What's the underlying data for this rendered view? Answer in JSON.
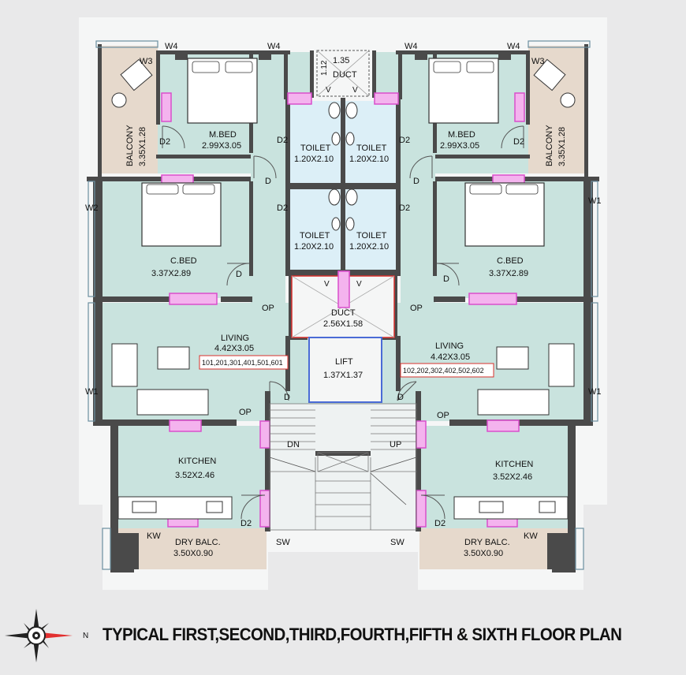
{
  "colors": {
    "background": "#e9e9ea",
    "room_fill": "#c9e3de",
    "toilet_fill": "#dceff7",
    "balcony_fill": "#e6d9cc",
    "wall": "#4a4a4a",
    "window": "#e26fd6",
    "duct_border": "#d9302c",
    "unit_label_border": "#d9302c",
    "lift_border": "#4a6bd6"
  },
  "rooms": {
    "mbed_left": {
      "name": "M.BED",
      "size": "2.99X3.05"
    },
    "mbed_right": {
      "name": "M.BED",
      "size": "2.99X3.05"
    },
    "balcony_left": {
      "name": "BALCONY",
      "size": "3.35X1.28"
    },
    "balcony_right": {
      "name": "BALCONY",
      "size": "3.35X1.28"
    },
    "cbed_left": {
      "name": "C.BED",
      "size": "3.37X2.89"
    },
    "cbed_right": {
      "name": "C.BED",
      "size": "3.37X2.89"
    },
    "toilet_tl": {
      "name": "TOILET",
      "size": "1.20X2.10"
    },
    "toilet_tr": {
      "name": "TOILET",
      "size": "1.20X2.10"
    },
    "toilet_bl": {
      "name": "TOILET",
      "size": "1.20X2.10"
    },
    "toilet_br": {
      "name": "TOILET",
      "size": "1.20X2.10"
    },
    "duct_top": {
      "name": "DUCT",
      "width": "1.35",
      "height": "1.12"
    },
    "duct_mid": {
      "name": "DUCT",
      "size": "2.56X1.58"
    },
    "living_left": {
      "name": "LIVING",
      "size": "4.42X3.05",
      "units": "101,201,301,401,501,601"
    },
    "living_right": {
      "name": "LIVING",
      "size": "4.42X3.05",
      "units": "102,202,302,402,502,602"
    },
    "lift": {
      "name": "LIFT",
      "size": "1.37X1.37"
    },
    "kitchen_left": {
      "name": "KITCHEN",
      "size": "3.52X2.46"
    },
    "kitchen_right": {
      "name": "KITCHEN",
      "size": "3.52X2.46"
    },
    "drybalc_left": {
      "name": "DRY BALC.",
      "size": "3.50X0.90"
    },
    "drybalc_right": {
      "name": "DRY BALC.",
      "size": "3.50X0.90"
    }
  },
  "tags": {
    "w1": "W1",
    "w2": "W2",
    "w3": "W3",
    "w4": "W4",
    "d": "D",
    "d2": "D2",
    "op": "OP",
    "v": "V",
    "kw": "KW",
    "sw": "SW",
    "dn": "DN",
    "up": "UP"
  },
  "compass": {
    "north": "N"
  },
  "title": "TYPICAL FIRST,SECOND,THIRD,FOURTH,FIFTH & SIXTH FLOOR PLAN"
}
